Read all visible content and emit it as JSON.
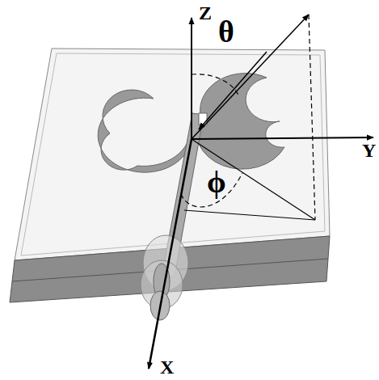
{
  "diagram": {
    "labels": [
      "Z",
      "θ",
      "Y",
      "ϕ",
      "X"
    ]
  }
}
